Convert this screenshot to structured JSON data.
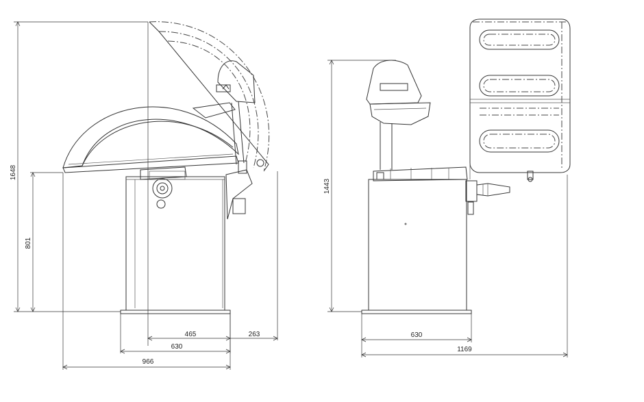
{
  "dimensions": {
    "height_total": "1648",
    "height_base": "801",
    "depth_465": "465",
    "depth_263": "263",
    "width_630_side": "630",
    "width_966": "966",
    "height_front": "1443",
    "width_630_front": "630",
    "width_1169": "1169"
  }
}
